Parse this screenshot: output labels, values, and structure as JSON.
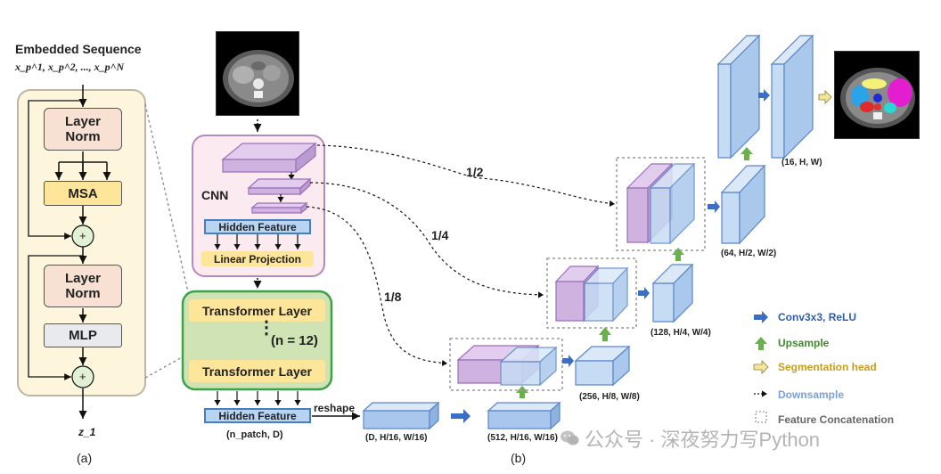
{
  "panel_a": {
    "title": "Embedded Sequence",
    "sequence": "x_p^1, x_p^2, ..., x_p^N",
    "layer_norm_1": "Layer Norm",
    "msa": "MSA",
    "layer_norm_2": "Layer Norm",
    "mlp": "MLP",
    "plus": "+",
    "output": "z_1",
    "caption": "(a)"
  },
  "panel_b": {
    "cnn_label": "CNN",
    "hidden_feature_top": "Hidden Feature",
    "linear_projection": "Linear Projection",
    "transformer_layer_top": "Transformer Layer",
    "transformer_count": "(n = 12)",
    "transformer_layer_bottom": "Transformer Layer",
    "hidden_feature_bottom": "Hidden Feature",
    "hidden_feature_shape": "(n_patch, D)",
    "reshape": "reshape",
    "shape_d": "(D, H/16, W/16)",
    "shape_512": "(512, H/16, W/16)",
    "shape_256": "(256, H/8, W/8)",
    "shape_128": "(128, H/4, W/4)",
    "shape_64": "(64, H/2, W/2)",
    "shape_16": "(16, H, W)",
    "skip_1_2": "1/2",
    "skip_1_4": "1/4",
    "skip_1_8": "1/8",
    "caption": "(b)"
  },
  "legend": {
    "conv": "Conv3x3, ReLU",
    "upsample": "Upsample",
    "seg_head": "Segmentation head",
    "downsample": "Downsample",
    "concat": "Feature Concatenation"
  },
  "watermark": "公众号 · 深夜努力写Python",
  "colors": {
    "panel_bg": "#fdf6dc",
    "layernorm": "#f8e0d2",
    "msa": "#fde59a",
    "mlp": "#e8eaee",
    "cnn_bg": "#fbeaf0",
    "cnn_border": "#b28ac0",
    "purple": "#cfb2e0",
    "hidden": "#b7d4f2",
    "linproj": "#fde59a",
    "transformer_bg": "#cfe3b4",
    "transformer_border": "#3aa34a",
    "transformer_layer": "#fde59a",
    "blue_box": "#c6dcf4",
    "blue_arrow": "#3b6fc4",
    "green_arrow": "#6ab04c",
    "seg_arrow": "#e9d87a",
    "legend_conv": "#2f5da8",
    "legend_up": "#3f8a2c",
    "legend_seg": "#c89d1e",
    "legend_down": "#7aa0d8",
    "legend_concat": "#666666"
  },
  "icons": [
    "ct-scan-image",
    "segmentation-image",
    "plus-icon",
    "arrow-icon",
    "wechat-icon"
  ]
}
